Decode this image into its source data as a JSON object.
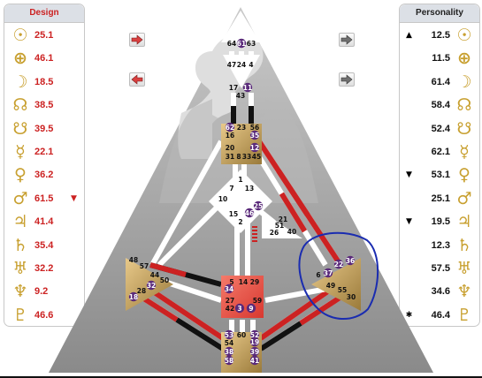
{
  "design": {
    "title": "Design",
    "planets": [
      {
        "icon": "sun-icon",
        "glyph": "☉",
        "value": "25.1",
        "mark": ""
      },
      {
        "icon": "earth-icon",
        "glyph": "⊕",
        "value": "46.1",
        "mark": ""
      },
      {
        "icon": "moon-icon",
        "glyph": "☽",
        "value": "18.5",
        "mark": ""
      },
      {
        "icon": "north-node-icon",
        "glyph": "☊",
        "value": "38.5",
        "mark": ""
      },
      {
        "icon": "south-node-icon",
        "glyph": "☋",
        "value": "39.5",
        "mark": ""
      },
      {
        "icon": "mercury-icon",
        "glyph": "☿",
        "value": "22.1",
        "mark": ""
      },
      {
        "icon": "venus-icon",
        "glyph": "♀",
        "value": "36.2",
        "mark": ""
      },
      {
        "icon": "mars-icon",
        "glyph": "♂",
        "value": "61.5",
        "mark": "▼"
      },
      {
        "icon": "jupiter-icon",
        "glyph": "♃",
        "value": "41.4",
        "mark": ""
      },
      {
        "icon": "saturn-icon",
        "glyph": "♄",
        "value": "35.4",
        "mark": ""
      },
      {
        "icon": "uranus-icon",
        "glyph": "♅",
        "value": "32.2",
        "mark": ""
      },
      {
        "icon": "neptune-icon",
        "glyph": "♆",
        "value": "9.2",
        "mark": ""
      },
      {
        "icon": "pluto-icon",
        "glyph": "♇",
        "value": "46.6",
        "mark": ""
      }
    ]
  },
  "personality": {
    "title": "Personality",
    "planets": [
      {
        "icon": "sun-icon",
        "glyph": "☉",
        "value": "12.5",
        "mark": "▲"
      },
      {
        "icon": "earth-icon",
        "glyph": "⊕",
        "value": "11.5",
        "mark": ""
      },
      {
        "icon": "moon-icon",
        "glyph": "☽",
        "value": "61.4",
        "mark": ""
      },
      {
        "icon": "north-node-icon",
        "glyph": "☊",
        "value": "58.4",
        "mark": ""
      },
      {
        "icon": "south-node-icon",
        "glyph": "☋",
        "value": "52.4",
        "mark": ""
      },
      {
        "icon": "mercury-icon",
        "glyph": "☿",
        "value": "62.1",
        "mark": ""
      },
      {
        "icon": "venus-icon",
        "glyph": "♀",
        "value": "53.1",
        "mark": "▼"
      },
      {
        "icon": "mars-icon",
        "glyph": "♂",
        "value": "25.1",
        "mark": ""
      },
      {
        "icon": "jupiter-icon",
        "glyph": "♃",
        "value": "19.5",
        "mark": "▼"
      },
      {
        "icon": "saturn-icon",
        "glyph": "♄",
        "value": "12.3",
        "mark": ""
      },
      {
        "icon": "uranus-icon",
        "glyph": "♅",
        "value": "57.5",
        "mark": ""
      },
      {
        "icon": "neptune-icon",
        "glyph": "♆",
        "value": "34.6",
        "mark": ""
      },
      {
        "icon": "pluto-icon",
        "glyph": "♇",
        "value": "46.4",
        "mark": "✱"
      }
    ]
  },
  "colors": {
    "design_red": "#cc2222",
    "gold": "#c8a030",
    "gate_purple": "#5a2a7a",
    "annotation_blue": "#1a2cb0"
  },
  "gates": [
    "64",
    "61",
    "63",
    "47",
    "24",
    "4",
    "17",
    "11",
    "43",
    "62",
    "23",
    "56",
    "16",
    "35",
    "20",
    "31",
    "8",
    "33",
    "45",
    "12",
    "1",
    "7",
    "13",
    "10",
    "25",
    "15",
    "46",
    "2",
    "21",
    "51",
    "26",
    "40",
    "48",
    "57",
    "44",
    "50",
    "32",
    "28",
    "18",
    "6",
    "37",
    "22",
    "36",
    "49",
    "55",
    "30",
    "5",
    "14",
    "29",
    "34",
    "27",
    "42",
    "3",
    "59",
    "9",
    "53",
    "60",
    "52",
    "54",
    "19",
    "38",
    "39",
    "58",
    "41"
  ]
}
